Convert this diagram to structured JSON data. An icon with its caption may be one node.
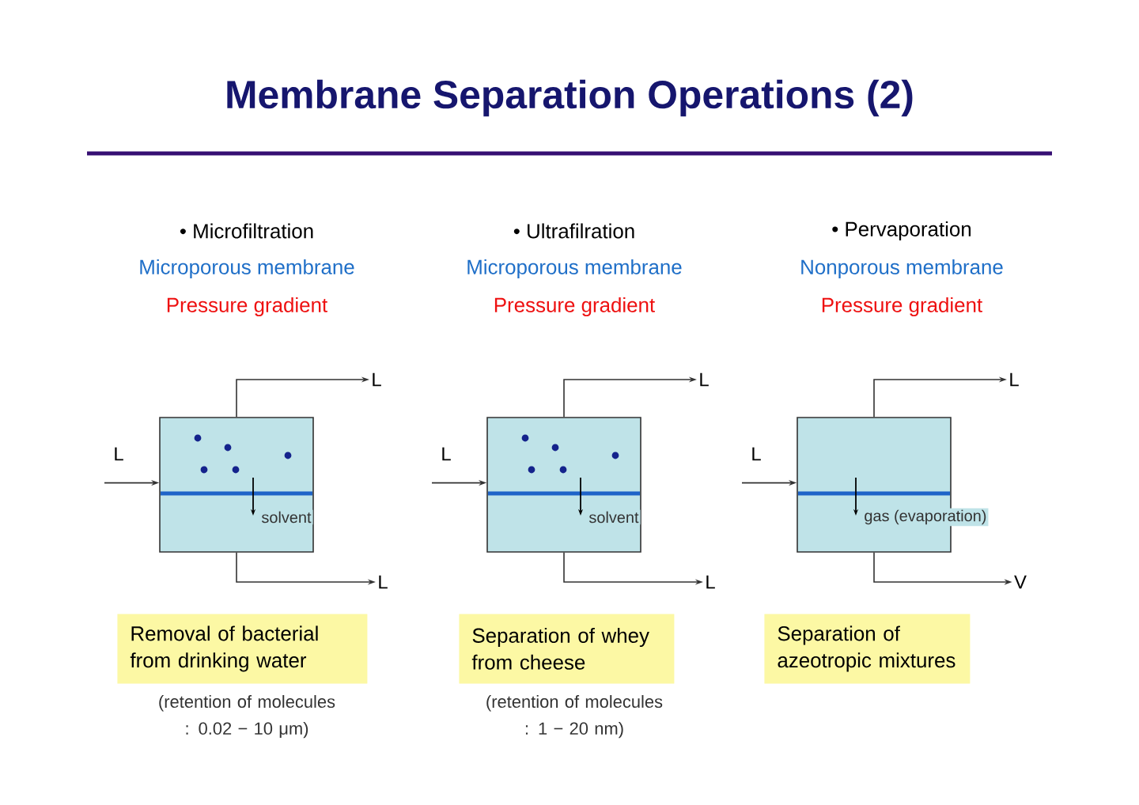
{
  "diagram": {
    "title": "Membrane Separation Operations (2)",
    "nodes": [
      {
        "text": [],
        "shape": "box"
      },
      {
        "text": [
          "L"
        ]
      },
      {
        "text": [
          "L"
        ]
      },
      {
        "text": [
          "L"
        ]
      },
      {
        "text": [
          "Removal of bacterial from drinking water"
        ],
        "beside": [
          "(retention of molecules : 0.02 − 10 μm)"
        ]
      },
      {
        "text": [],
        "shape": "box"
      },
      {
        "text": [
          "L"
        ]
      },
      {
        "text": [
          "L"
        ]
      },
      {
        "text": [
          "L"
        ]
      },
      {
        "text": [
          "Separation of whey from cheese"
        ],
        "beside": [
          "(retention of molecules : 1 − 20 nm)"
        ]
      },
      {
        "text": [],
        "shape": "box"
      },
      {
        "text": [
          "L"
        ]
      },
      {
        "text": [
          "L"
        ]
      },
      {
        "text": [
          "V"
        ]
      },
      {
        "text": [
          "Separation of azeotropic mixtures"
        ]
      }
    ],
    "edges": [
      {
        "from": 1,
        "to": 0,
        "arrow": "to"
      },
      {
        "from": 0,
        "to": 2,
        "arrow": "to"
      },
      {
        "from": 0,
        "to": 3,
        "arrow": "to"
      },
      {
        "from": 6,
        "to": 5,
        "arrow": "to"
      },
      {
        "from": 5,
        "to": 7,
        "arrow": "to"
      },
      {
        "from": 5,
        "to": 8,
        "arrow": "to"
      },
      {
        "from": 11,
        "to": 10,
        "arrow": "to"
      },
      {
        "from": 10,
        "to": 12,
        "arrow": "to"
      },
      {
        "from": 10,
        "to": 13,
        "arrow": "to"
      }
    ],
    "labels": [
      "• Microfiltration",
      "• Ultrafilration",
      "• Pervaporation",
      "Microporous membrane",
      "Microporous membrane",
      "Nonporous membrane",
      "Pressure gradient",
      "Pressure gradient",
      "Pressure gradient",
      "solvent",
      "solvent",
      "gas (evaporation)"
    ]
  }
}
